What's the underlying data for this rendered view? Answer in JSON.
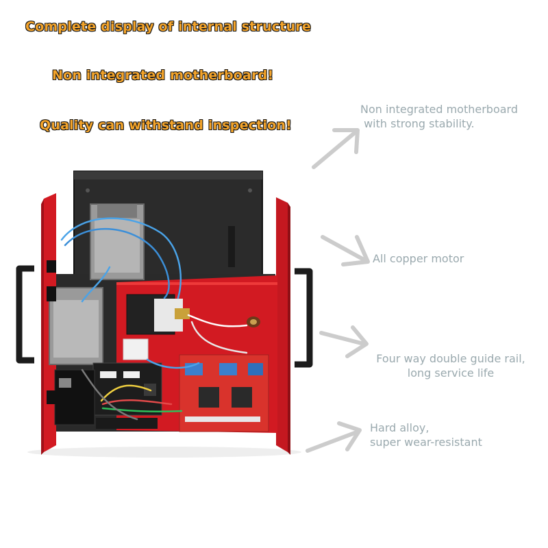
{
  "headlines": [
    "Complete display of internal structure",
    "Non integrated motherboard!",
    "Quality can withstand inspection!"
  ],
  "features": [
    {
      "line1": "Non integrated motherboard",
      "line2": " with strong stability."
    },
    {
      "line1": "All copper motor",
      "line2": ""
    },
    {
      "line1": "Four way double guide rail,",
      "line2": "long service life"
    },
    {
      "line1": "Hard alloy,",
      "line2": "super wear-resistant"
    }
  ],
  "colors": {
    "headline_fill": "#f4a42a",
    "headline_outline": "#1a1a1a",
    "feature_text": "#9aa9ae",
    "arrow": "#cccccc",
    "chassis_red": "#d21a22",
    "top_cover": "#2b2b2b",
    "pcb_red": "#d9332c"
  },
  "icons": [
    "arrow-up-right-icon",
    "arrow-down-right-icon"
  ]
}
